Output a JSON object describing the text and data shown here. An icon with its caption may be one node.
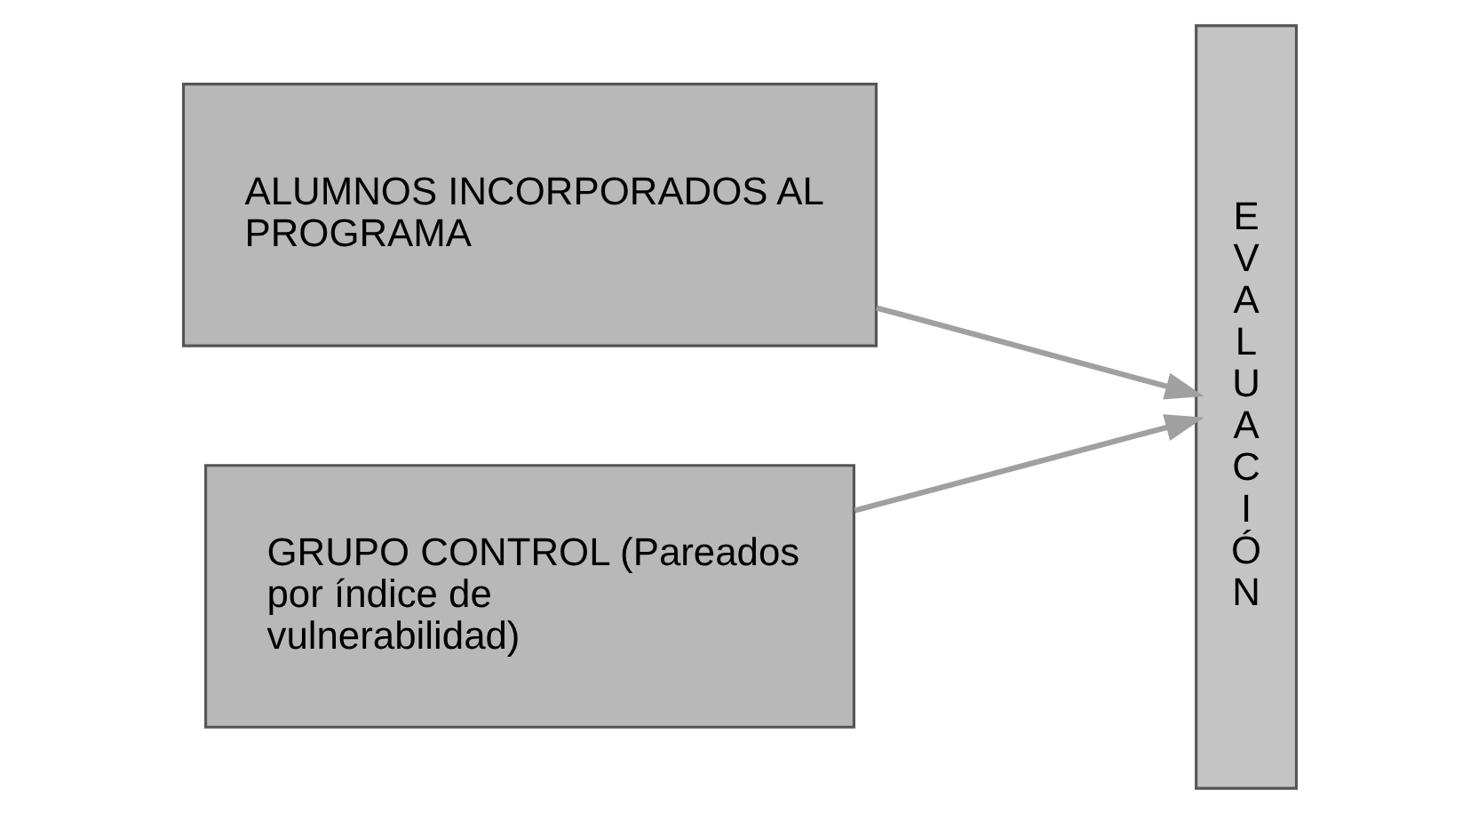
{
  "diagram": {
    "nodes": [
      {
        "text": [
          "ALUMNOS INCORPORADOS AL PROGRAMA"
        ]
      },
      {
        "text": [
          "GRUPO CONTROL (Pareados por índice de vulnerabilidad)"
        ]
      },
      {
        "text": [
          "EVALUACIÓN"
        ]
      }
    ],
    "edges": [
      {
        "from": 0,
        "to": 2,
        "arrow": "to"
      },
      {
        "from": 1,
        "to": 2,
        "arrow": "to"
      }
    ]
  }
}
